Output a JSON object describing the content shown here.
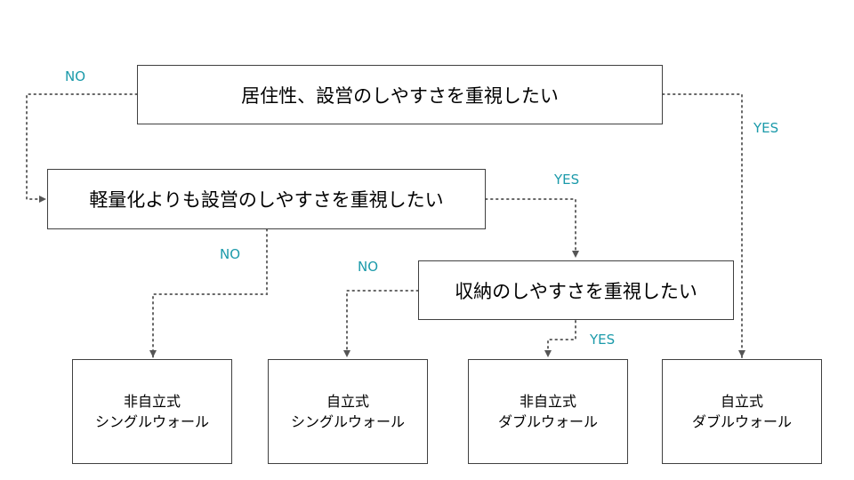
{
  "questions": {
    "q1": "居住性、設営のしやすさを重視したい",
    "q2": "軽量化よりも設営のしやすさを重視したい",
    "q3": "収納のしやすさを重視したい"
  },
  "results": [
    {
      "line1": "非自立式",
      "line2": "シングルウォール"
    },
    {
      "line1": "自立式",
      "line2": "シングルウォール"
    },
    {
      "line1": "非自立式",
      "line2": "ダブルウォール"
    },
    {
      "line1": "自立式",
      "line2": "ダブルウォール"
    }
  ],
  "edge_labels": {
    "q1_no": "NO",
    "q1_yes": "YES",
    "q2_yes": "YES",
    "q2_no": "NO",
    "q3_no": "NO",
    "q3_yes": "YES"
  },
  "colors": {
    "label": "#1b9aaa",
    "connector": "#666666",
    "border": "#404040"
  }
}
